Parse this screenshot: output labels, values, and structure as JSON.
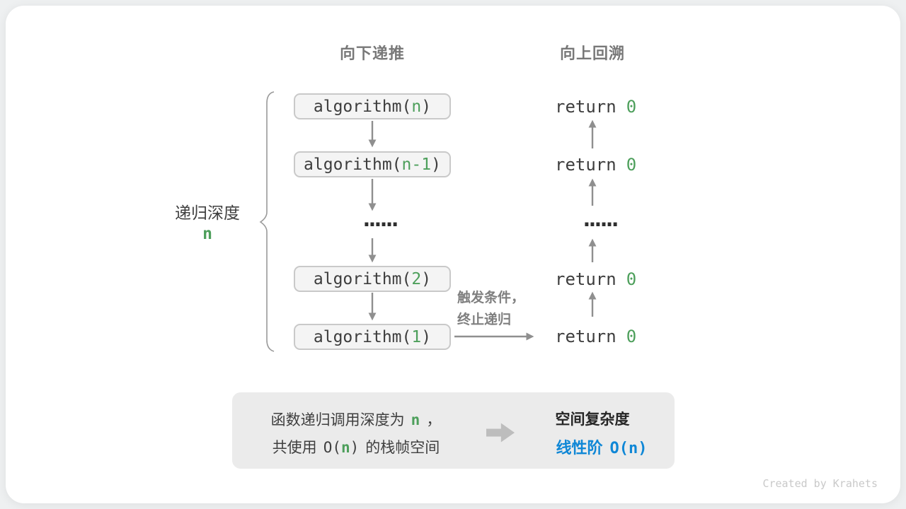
{
  "headers": {
    "recurse": "向下递推",
    "backtrack": "向上回溯"
  },
  "depth": {
    "label": "递归深度",
    "value": "n"
  },
  "calls": [
    {
      "prefix": "algorithm(",
      "arg": "n",
      "suffix": ")"
    },
    {
      "prefix": "algorithm(",
      "arg": "n-1",
      "suffix": ")"
    },
    {
      "prefix": "algorithm(",
      "arg": "2",
      "suffix": ")"
    },
    {
      "prefix": "algorithm(",
      "arg": "1",
      "suffix": ")"
    }
  ],
  "ellipsis": "......",
  "returns": [
    {
      "keyword": "return",
      "value": "0"
    },
    {
      "keyword": "return",
      "value": "0"
    },
    {
      "keyword": "return",
      "value": "0"
    },
    {
      "keyword": "return",
      "value": "0"
    }
  ],
  "trigger": {
    "line1": "触发条件，",
    "line2": "终止递归"
  },
  "summary": {
    "line1_pre": "函数递归调用深度为",
    "line1_arg": "n",
    "line1_post": "，",
    "line2_pre": "共使用",
    "line2_code_pre": "O(",
    "line2_arg": "n",
    "line2_code_post": ")",
    "line2_post": "的栈帧空间",
    "result_title": "空间复杂度",
    "result_pre": "线性阶",
    "result_code": "O(n)"
  },
  "credit": "Created by Krahets",
  "colors": {
    "green": "#4d9f5b",
    "blue": "#0f87d6",
    "code": "#3d3d3d",
    "arrow": "#8f8f8f",
    "header": "#787878",
    "boxbg": "#f4f4f4",
    "boxborder": "#c9c9c9",
    "panelbg": "#ebebeb",
    "trigger": "#7f7f7f",
    "credit": "#c9c9c9",
    "ink": "#3f3f3f"
  }
}
